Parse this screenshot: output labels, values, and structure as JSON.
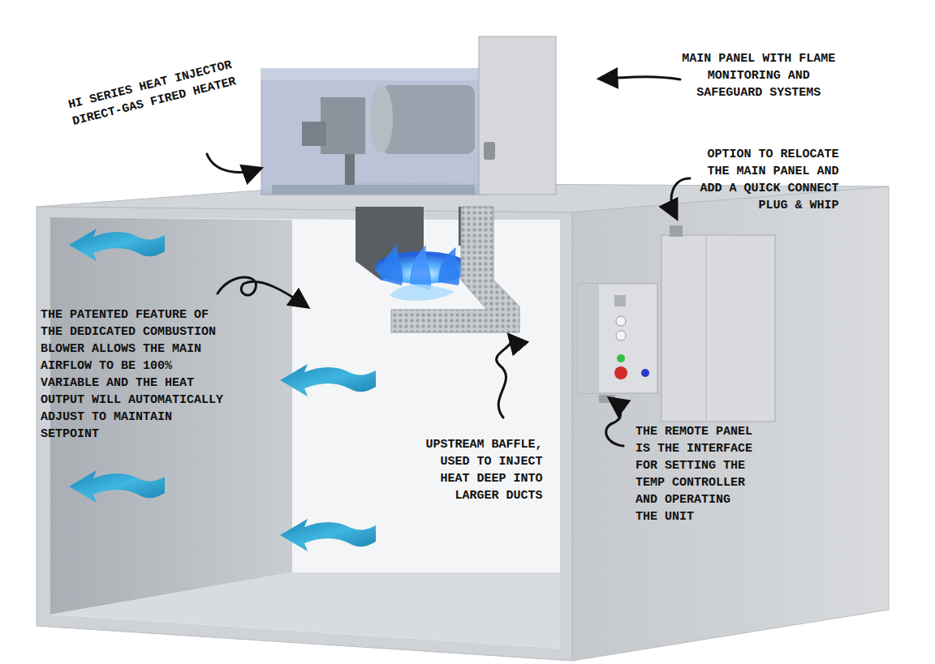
{
  "diagram": {
    "labels": [
      "HI SERIES HEAT INJECTOR DIRECT-GAS FIRED HEATER",
      "MAIN PANEL WITH FLAME MONITORING AND SAFEGUARD SYSTEMS",
      "OPTION TO RELOCATE THE MAIN PANEL AND ADD A QUICK CONNECT PLUG & WHIP",
      "THE PATENTED FEATURE OF THE DEDICATED COMBUSTION BLOWER ALLOWS THE MAIN AIRFLOW TO BE 100% VARIABLE AND THE HEAT OUTPUT WILL AUTOMATICALLY ADJUST TO MAINTAIN SETPOINT",
      "UPSTREAM BAFFLE, USED TO INJECT HEAT DEEP INTO LARGER DUCTS",
      "THE REMOTE PANEL IS THE INTERFACE FOR SETTING THE TEMP CONTROLLER AND OPERATING THE UNIT"
    ]
  }
}
